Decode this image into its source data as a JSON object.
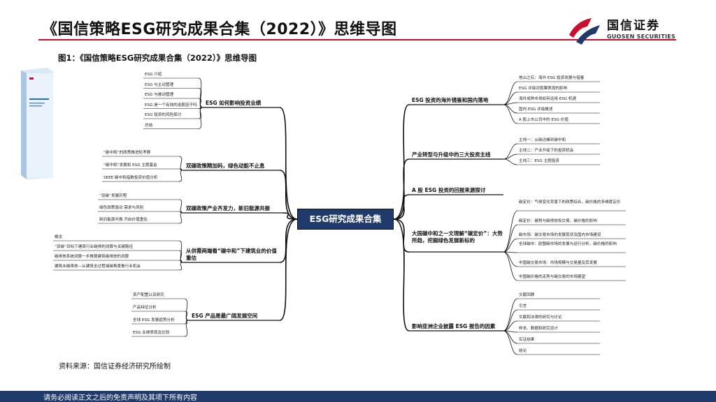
{
  "page": {
    "title": "《国信策略ESG研究成果合集（2022）》思维导图",
    "figure_title": "图1：《国信策略ESG研究成果合集（2022）》思维导图",
    "source": "资料来源：国信证券经济研究所绘制",
    "footer": "请务必阅读正文之后的免责声明及其项下所有内容"
  },
  "logo": {
    "name_cn": "国信证券",
    "name_en": "GUOSEN SECURITIES",
    "colors": {
      "red": "#c8102e",
      "navy": "#1f3a6b"
    }
  },
  "book": {
    "title": "ESG研究成果合集",
    "brand": "国信"
  },
  "mindmap": {
    "center": "ESG研究成果合集",
    "left": [
      {
        "label": "ESG 如何影响投资业绩",
        "leaves": [
          "ESG 介绍",
          "ESG 与主动管理",
          "ESG 与被动管理",
          "ESG 是一个有效的选股因子吗",
          "ESG 投资的风险探讨",
          "总结"
        ]
      },
      {
        "label": "双碳政策精加码，绿色动能不止息",
        "leaves": [
          "“碳中和”的政策推进轮考察",
          "“碳中和”发展和 ESG 主题基金",
          "SEEE 碳中和指数投资价值分析"
        ]
      },
      {
        "label": "双碳政策产业齐发力，新旧能源共振",
        "leaves": [
          "“双碳”发展历程",
          "绿色政策驱动  需求与风险",
          "新旧能源共振  开启价值重估"
        ]
      },
      {
        "label": "从供需两端看“碳中和”下建筑业的价值重估",
        "leaves": [
          "概念",
          "“双碳”目标下建筑行业碳排的测算与关键路径",
          "碳排放系统测算一步推算建筑碳排放的测算",
          "建筑业碳排放—从建筑全过程减碳角度看行业机会"
        ]
      },
      {
        "label": "ESG 产品是最广阔发展空间",
        "leaves": [
          "资产配置以及研究",
          "产品特征分析",
          "全球 ESG 发展趋势分析",
          "ESG 业绩表现及比较"
        ]
      }
    ],
    "right": [
      {
        "label": "ESG 投资的海外镜鉴和国内落地",
        "leaves": [
          "他山之石：海外 ESG 投资发展与借鉴",
          "ESG 评级对股票表现的影响",
          "海外成熟市场如何运用 ESG 机遇",
          "国内 ESG 评级概述",
          "A 股上市公司中的 ESG 价值"
        ]
      },
      {
        "label": "产业转型与升级中的三大投资主线",
        "leaves": [
          "主线一：从碳达峰到碳中和",
          "主线二：产业升级下的投资机会",
          "主线三：ESG 主题投资"
        ]
      },
      {
        "label": "A 股 ESG 投资的回报来源探讨",
        "leaves": []
      },
      {
        "label": "大国碳中和之一文理解“碳定价”：大势所趋，挖掘绿色发展新标的",
        "leaves": [
          "碳定价：气候变化背景下的政策综合，碳价格的多维度定价",
          "碳定价：碳税与碳排放权交易，碳价格的影响",
          "碳市场：碳交易市场的发展现状及国内市场建设",
          "全球碳市：欧盟碳市场的发展与运行分析，碳价格的影响",
          "中国碳交易市场：市场规模与交易量及其发展",
          "中国碳价格的走势与碳交易的市场展望"
        ]
      },
      {
        "label": "影响亚洲企业披露 ESG 报告的因素",
        "leaves": [
          "文献回顾",
          "引言",
          "文献和法律的研究与讨论",
          "样本、数据和研究设计",
          "实证结果",
          "结论"
        ]
      }
    ]
  }
}
